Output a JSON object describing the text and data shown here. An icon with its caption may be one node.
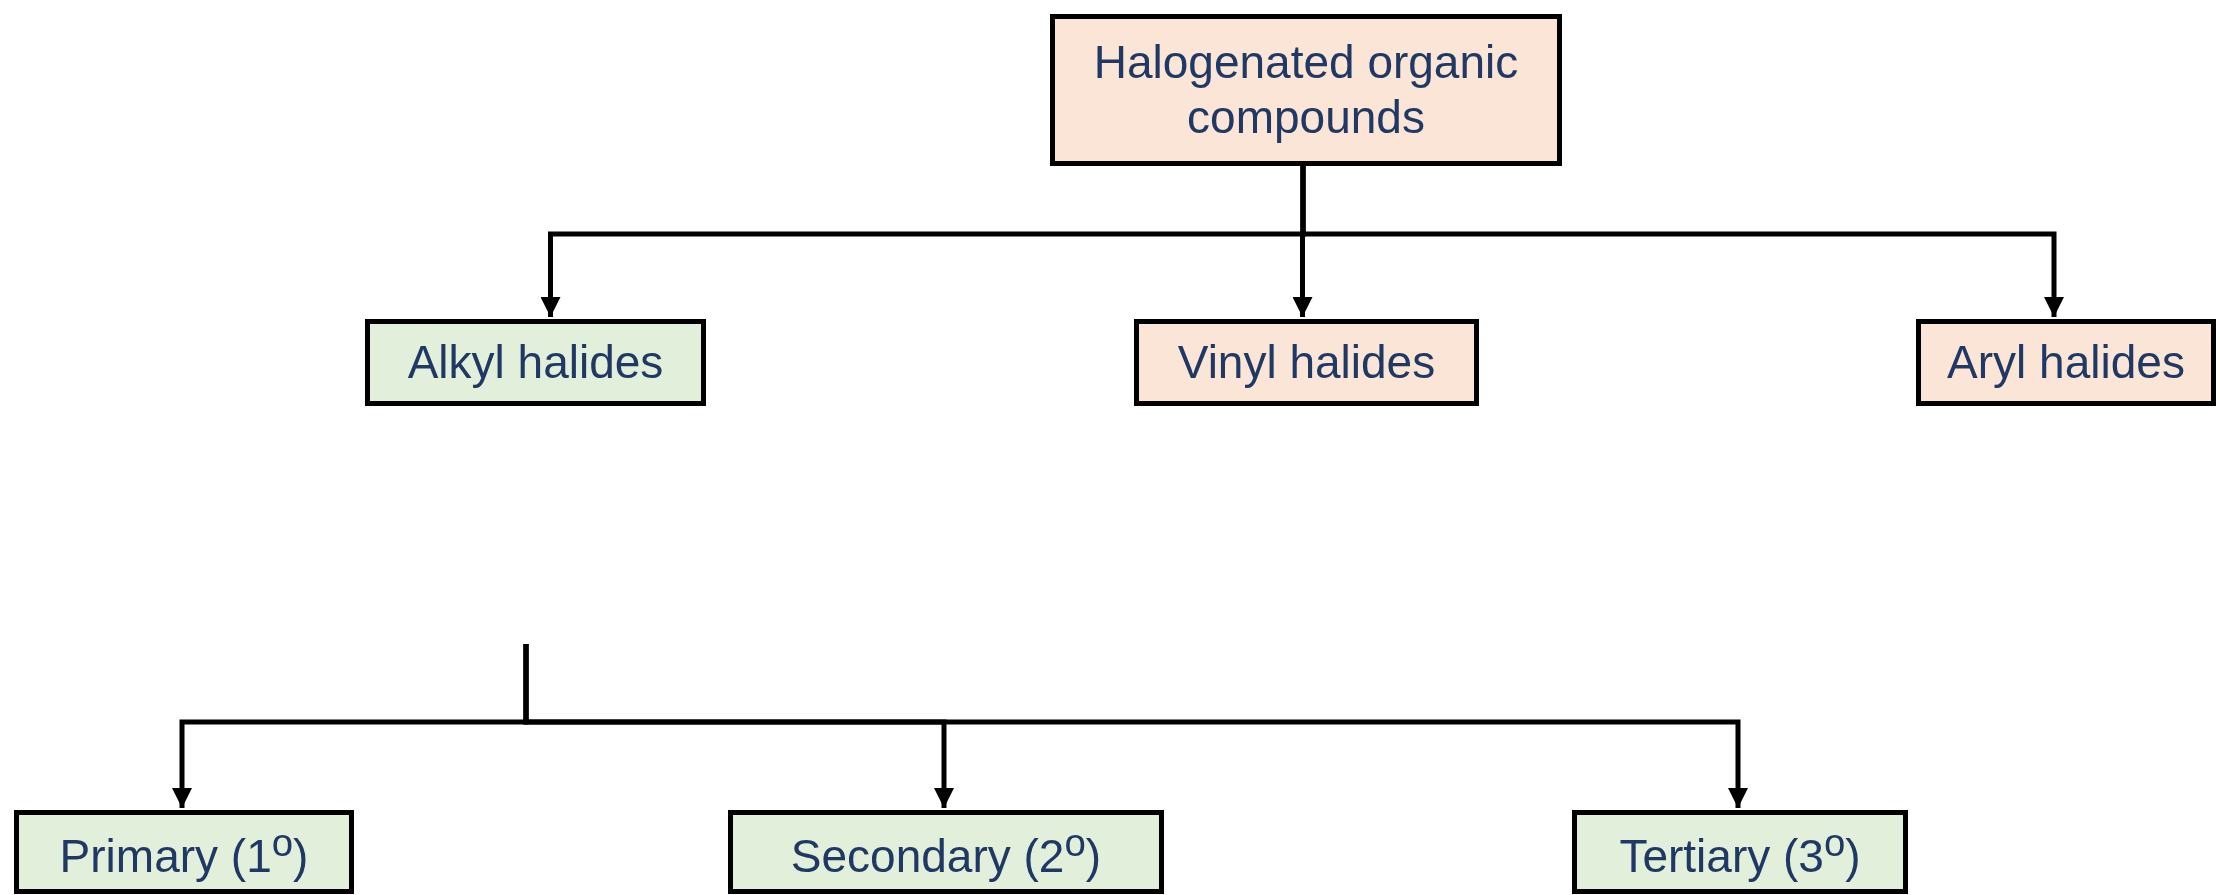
{
  "diagram": {
    "nodes": [
      {
        "text": [
          "Halogenated organic compounds"
        ]
      },
      {
        "text": [
          "Alkyl halides"
        ]
      },
      {
        "text": [
          "Vinyl halides"
        ]
      },
      {
        "text": [
          "Aryl halides"
        ]
      },
      {
        "text": [
          "Primary (1$^{o}$)"
        ]
      },
      {
        "text": [
          "Secondary (2$^{o}$)"
        ]
      },
      {
        "text": [
          "Tertiary (3$^{o}$)"
        ]
      }
    ],
    "edges": [
      {
        "from": 0,
        "to": 1,
        "arrow": "to"
      },
      {
        "from": 0,
        "to": 2,
        "arrow": "to"
      },
      {
        "from": 0,
        "to": 3,
        "arrow": "to"
      },
      {
        "from": null,
        "to": 4,
        "arrow": "to"
      },
      {
        "from": null,
        "to": 5,
        "arrow": "to"
      },
      {
        "from": null,
        "to": 6,
        "arrow": "to"
      }
    ]
  }
}
